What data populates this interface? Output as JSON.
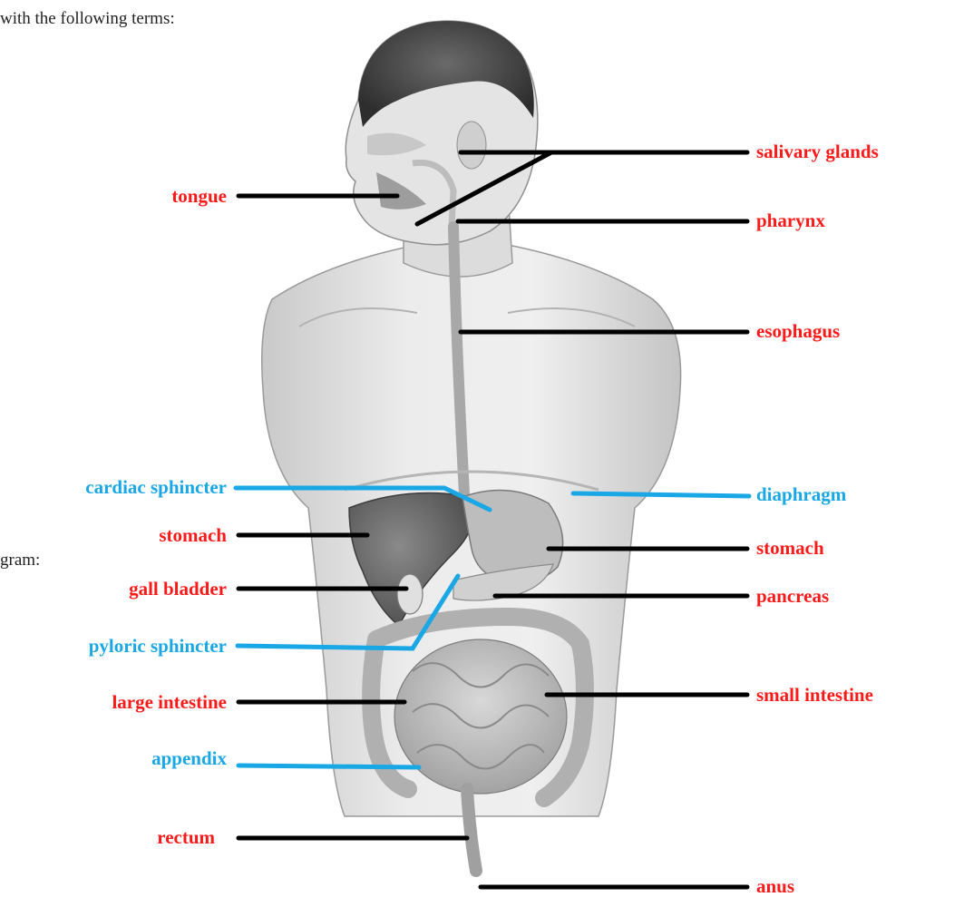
{
  "page": {
    "fragment_top": "with the following terms:",
    "fragment_side": "gram:"
  },
  "colors": {
    "red_label": "#ff1a1a",
    "blue_label": "#1aa7e6",
    "leader_black": "#000000",
    "leader_blue": "#1aa7e6"
  },
  "labels": {
    "salivary_glands": "salivary glands",
    "tongue": "tongue",
    "pharynx": "pharynx",
    "esophagus": "esophagus",
    "cardiac_sphincter": "cardiac sphincter",
    "diaphragm": "diaphragm",
    "stomach_left": "stomach",
    "stomach_right": "stomach",
    "gall_bladder": "gall bladder",
    "pancreas": "pancreas",
    "pyloric_sphincter": "pyloric sphincter",
    "large_intestine": "large intestine",
    "small_intestine": "small intestine",
    "appendix": "appendix",
    "rectum": "rectum",
    "anus": "anus"
  }
}
